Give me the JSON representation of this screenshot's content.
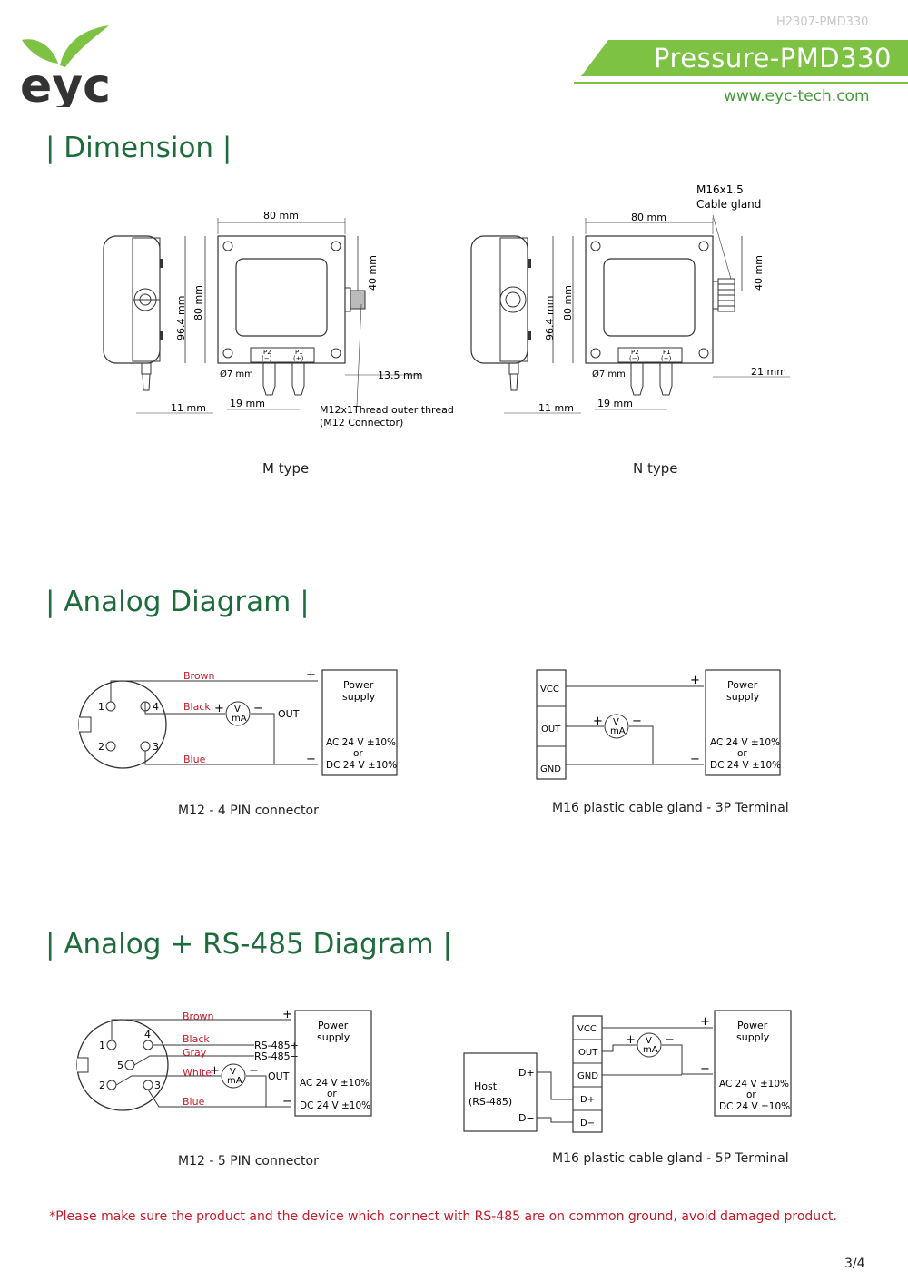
{
  "header": {
    "doc_code": "H2307-PMD330",
    "product_title": "Pressure-PMD330",
    "website": "www.eyc-tech.com",
    "logo_text": "eyc",
    "brand_green": "#7dc242",
    "title_green": "#1e6b3c"
  },
  "dimension": {
    "title": "| Dimension |",
    "m_type": {
      "caption": "M type",
      "width": "80 mm",
      "height_total": "96.4 mm",
      "height_body": "80 mm",
      "half_height": "40 mm",
      "tube_dia": "Ø7 mm",
      "offset_left": "11 mm",
      "port_spacing": "19 mm",
      "connector_len": "13.5 mm",
      "port_p2": "P2",
      "port_p2_sign": "(−)",
      "port_p1": "P1",
      "port_p1_sign": "(+)",
      "connector_note_1": "M12x1Thread outer thread",
      "connector_note_2": "(M12 Connector)"
    },
    "n_type": {
      "caption": "N type",
      "width": "80 mm",
      "height_total": "96.4 mm",
      "height_body": "80 mm",
      "half_height": "40 mm",
      "tube_dia": "Ø7 mm",
      "offset_left": "11 mm",
      "port_spacing": "19 mm",
      "gland_len": "21 mm",
      "port_p2": "P2",
      "port_p2_sign": "(−)",
      "port_p1": "P1",
      "port_p1_sign": "(+)",
      "gland_note_1": "M16x1.5",
      "gland_note_2": "Cable gland"
    }
  },
  "analog": {
    "title": "| Analog Diagram |",
    "m12": {
      "caption": "M12 - 4 PIN connector",
      "wire_brown": "Brown",
      "wire_black": "Black",
      "wire_blue": "Blue",
      "pin1": "1",
      "pin2": "2",
      "pin3": "3",
      "pin4": "4",
      "out": "OUT",
      "meter_v": "V",
      "meter_ma": "mA",
      "plus": "+",
      "minus": "−",
      "ps_title_1": "Power",
      "ps_title_2": "supply",
      "ps_ac": "AC 24 V ±10%",
      "ps_or": "or",
      "ps_dc": "DC 24 V ±10%"
    },
    "m16": {
      "caption": "M16 plastic cable gland - 3P Terminal",
      "t_vcc": "VCC",
      "t_out": "OUT",
      "t_gnd": "GND",
      "meter_v": "V",
      "meter_ma": "mA",
      "plus": "+",
      "minus": "−",
      "ps_title_1": "Power",
      "ps_title_2": "supply",
      "ps_ac": "AC 24 V ±10%",
      "ps_or": "or",
      "ps_dc": "DC 24 V ±10%"
    }
  },
  "rs485": {
    "title": "| Analog + RS-485 Diagram |",
    "m12": {
      "caption": "M12 - 5 PIN connector",
      "wire_brown": "Brown",
      "wire_black": "Black",
      "wire_gray": "Gray",
      "wire_white": "White",
      "wire_blue": "Blue",
      "pin1": "1",
      "pin2": "2",
      "pin3": "3",
      "pin4": "4",
      "pin5": "5",
      "rs485_plus": "RS-485+",
      "rs485_minus": "RS-485−",
      "out": "OUT",
      "meter_v": "V",
      "meter_ma": "mA",
      "plus": "+",
      "minus": "−",
      "ps_title_1": "Power",
      "ps_title_2": "supply",
      "ps_ac": "AC 24 V ±10%",
      "ps_or": "or",
      "ps_dc": "DC 24 V ±10%"
    },
    "m16": {
      "caption": "M16 plastic cable gland - 5P Terminal",
      "t_vcc": "VCC",
      "t_out": "OUT",
      "t_gnd": "GND",
      "t_dplus": "D+",
      "t_dminus": "D−",
      "host_1": "Host",
      "host_2": "(RS-485)",
      "host_dplus": "D+",
      "host_dminus": "D−",
      "meter_v": "V",
      "meter_ma": "mA",
      "plus": "+",
      "minus": "−",
      "ps_title_1": "Power",
      "ps_title_2": "supply",
      "ps_ac": "AC 24 V ±10%",
      "ps_or": "or",
      "ps_dc": "DC 24 V ±10%"
    }
  },
  "footer": {
    "note": "*Please make sure the product and the device which connect with RS-485 are on common ground, avoid damaged product.",
    "page": "3/4"
  }
}
